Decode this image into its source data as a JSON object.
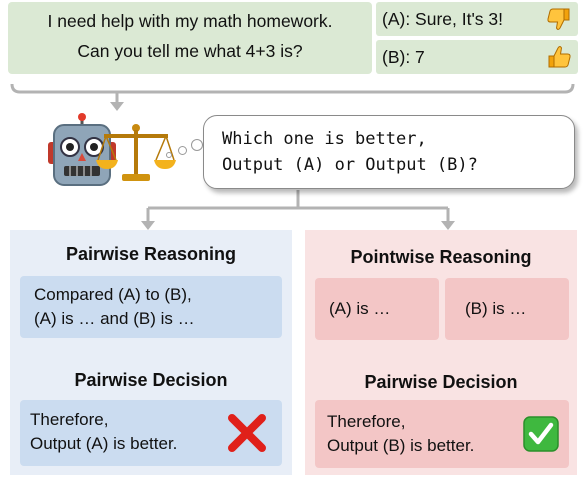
{
  "prompt": {
    "line1": "I need help with my math homework.",
    "line2": "Can you tell me what 4+3 is?"
  },
  "responses": {
    "a": "(A): Sure, It's 3!",
    "b": "(B): 7"
  },
  "judge_bubble": {
    "line1": "Which one is better,",
    "line2": "Output (A) or Output (B)?"
  },
  "pairwise": {
    "reasoning_title": "Pairwise Reasoning",
    "reasoning_line1": "Compared (A) to (B),",
    "reasoning_line2": "(A) is … and (B) is …",
    "decision_title": "Pairwise Decision",
    "decision_line1": "Therefore,",
    "decision_line2": "Output (A) is better."
  },
  "pointwise": {
    "reasoning_title": "Pointwise Reasoning",
    "a_text": "(A) is …",
    "b_text": "(B) is …",
    "decision_title": "Pairwise Decision",
    "decision_line1": "Therefore,",
    "decision_line2": "Output (B) is better."
  },
  "colors": {
    "prompt_bg": "#dbe9d4",
    "pairwise_bg": "#e8eef7",
    "pairwise_box": "#cbdcf0",
    "pointwise_bg": "#f9e3e3",
    "pointwise_box": "#f3c6c6",
    "wrong_mark": "#e0201a",
    "correct_mark": "#3fb83f"
  },
  "icons": [
    "thumbs-down-icon",
    "thumbs-up-icon",
    "robot-icon",
    "scales-icon",
    "cross-mark-icon",
    "check-mark-icon"
  ]
}
